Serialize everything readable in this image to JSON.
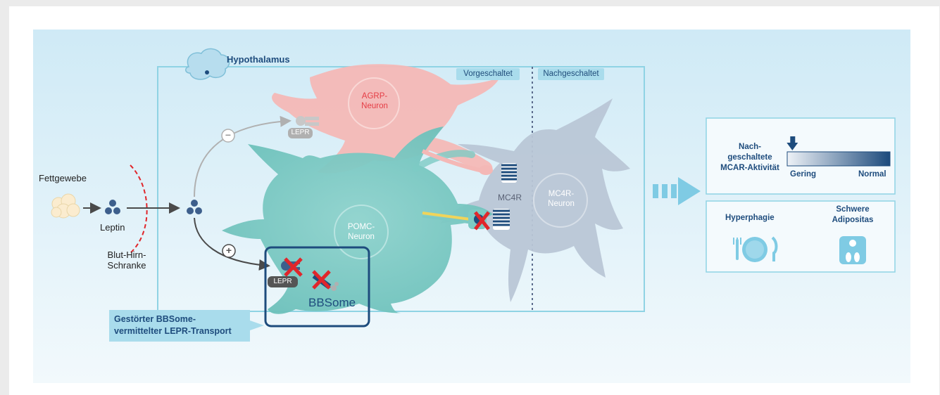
{
  "labels": {
    "fettgewebe": "Fettgewebe",
    "leptin": "Leptin",
    "bhs_line1": "Blut-Hirn-",
    "bhs_line2": "Schranke",
    "hypothalamus": "Hypothalamus",
    "vorgeschaltet": "Vorgeschaltet",
    "nachgeschaltet": "Nachgeschaltet",
    "agrp_line1": "AGRP-",
    "agrp_line2": "Neuron",
    "pomc_line1": "POMC-",
    "pomc_line2": "Neuron",
    "mc4r_line1": "MC4R-",
    "mc4r_line2": "Neuron",
    "mc4r": "MC4R",
    "lepr_top": "LEPR",
    "lepr_bottom": "LEPR",
    "bbsome": "BBSome",
    "minus": "−",
    "plus": "+",
    "gestoert_line1": "Gestörter BBSome-",
    "gestoert_line2": "vermittelter LEPR-Transport"
  },
  "activity": {
    "label_line1": "Nach-",
    "label_line2": "geschaltete",
    "label_line3": "MCAR-Aktivität",
    "low": "Gering",
    "high": "Normal",
    "indicator_level": 0.05
  },
  "outcomes": {
    "hyperphagie": "Hyperphagie",
    "adipositas_line1": "Schwere",
    "adipositas_line2": "Adipositas"
  },
  "colors": {
    "agrp": "#f4b8b6",
    "agrp_text": "#e53c44",
    "pomc": "#7dcac4",
    "mc4r": "#b9c6d6",
    "dark_blue": "#1e4c7d",
    "accent_red": "#e0262b",
    "light_blue": "#a9dcec"
  },
  "icons": [
    "brain-icon",
    "fat-cells-icon",
    "plate-cutlery-icon",
    "scale-icon",
    "cross-icon",
    "receptor-icon"
  ]
}
